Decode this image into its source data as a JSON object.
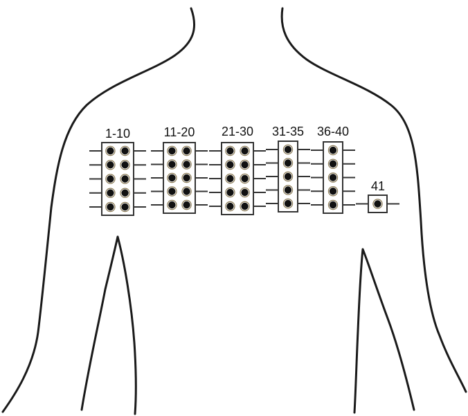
{
  "figure": {
    "groups": [
      {
        "label": "1-10",
        "columns": 2,
        "rows": 5
      },
      {
        "label": "11-20",
        "columns": 2,
        "rows": 5
      },
      {
        "label": "21-30",
        "columns": 2,
        "rows": 5
      },
      {
        "label": "31-35",
        "columns": 1,
        "rows": 5
      },
      {
        "label": "36-40",
        "columns": 1,
        "rows": 5
      },
      {
        "label": "41",
        "columns": 1,
        "rows": 1
      }
    ],
    "colors": {
      "outline": "#1a1a1a",
      "box": "#333333",
      "dot": "#111111"
    }
  }
}
